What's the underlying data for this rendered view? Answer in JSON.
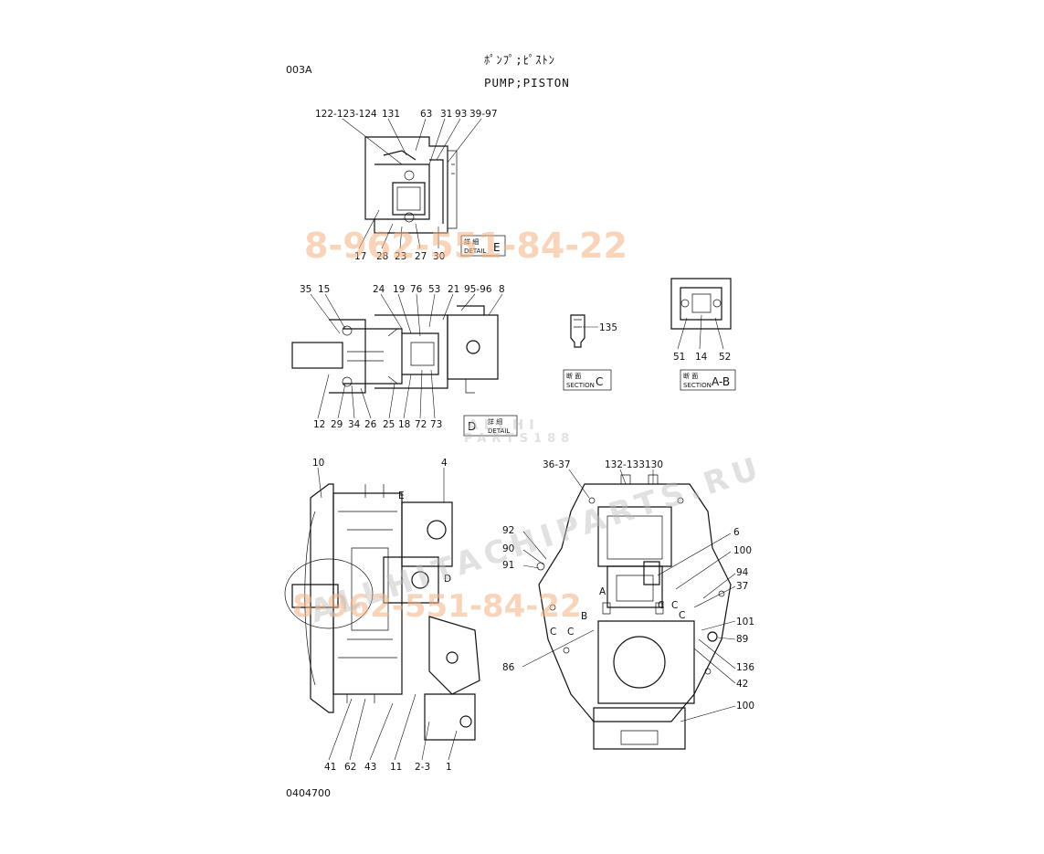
{
  "header": {
    "sheet_code": "003A",
    "title_jp": "ﾎﾟﾝﾌﾟ;ﾋﾟｽﾄﾝ",
    "title_en": "PUMP;PISTON",
    "drawing_no": "0404700"
  },
  "watermarks": {
    "phone_top": "8-962-551-84-22",
    "phone_mid": "8-962-551-84-22",
    "site": "ALLHITACHIPARTS.RU",
    "logo_top": "ALLHI",
    "logo_bottom": "PARTS188"
  },
  "detail_e": {
    "box_jp": "詳 細",
    "box_en": "DETAIL",
    "box_letter": "E",
    "labels_top": [
      "122-123-124",
      "131",
      "63",
      "31",
      "93",
      "39-97"
    ],
    "labels_bottom": [
      "17",
      "28",
      "23",
      "27",
      "30"
    ]
  },
  "detail_d": {
    "box_jp": "詳 細",
    "box_en": "DETAIL",
    "box_letter": "D",
    "labels_top": [
      "35",
      "15",
      "24",
      "19",
      "76",
      "53",
      "21",
      "95-96",
      "8"
    ],
    "labels_bottom": [
      "12",
      "29",
      "34",
      "26",
      "25",
      "18",
      "72",
      "73"
    ]
  },
  "section_c": {
    "box_jp": "断 面",
    "box_en": "SECTION",
    "box_letter": "C",
    "labels": [
      "135"
    ]
  },
  "section_ab": {
    "box_jp": "断 面",
    "box_en": "SECTION",
    "box_letter": "A-B",
    "labels": [
      "51",
      "14",
      "52"
    ]
  },
  "side_view": {
    "labels_top": [
      "10",
      "4"
    ],
    "labels_inner": [
      "E",
      "D"
    ],
    "labels_bottom": [
      "41",
      "62",
      "43",
      "11",
      "2-3",
      "1"
    ]
  },
  "front_view": {
    "labels_top": [
      "36-37",
      "132-133",
      "130"
    ],
    "labels_left": [
      "92",
      "90",
      "91",
      "86"
    ],
    "labels_right": [
      "6",
      "100",
      "94",
      "37",
      "101",
      "89",
      "136",
      "42",
      "100"
    ],
    "labels_inner": [
      "A",
      "B",
      "C",
      "C",
      "C",
      "C",
      "C"
    ]
  }
}
